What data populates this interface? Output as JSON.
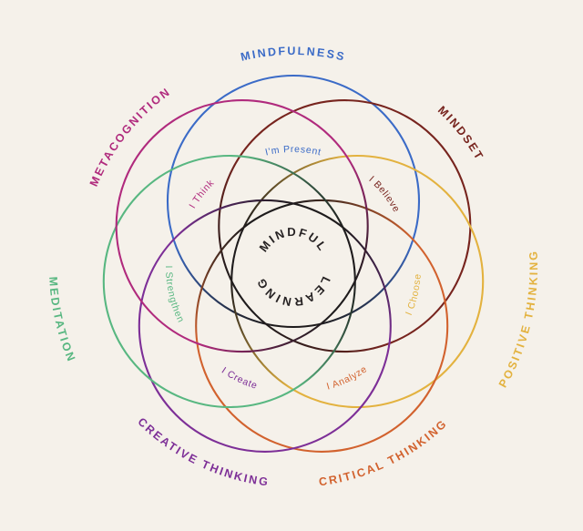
{
  "background": "#f5f1ea",
  "core_color": "#1e1b1c",
  "center": {
    "word_top": "MINDFUL",
    "word_bottom": "LEARNING",
    "color": "#262223"
  },
  "rings": [
    {
      "id": "mindfulness",
      "label": "MINDFULNESS",
      "inner_label": "I'm Present",
      "color": "#3b6bc7"
    },
    {
      "id": "mindset",
      "label": "MINDSET",
      "inner_label": "I Believe",
      "color": "#77241e"
    },
    {
      "id": "positive-thinking",
      "label": "POSITIVE THINKING",
      "inner_label": "I Choose",
      "color": "#e3b23f"
    },
    {
      "id": "critical-thinking",
      "label": "CRITICAL THINKING",
      "inner_label": "I Analyze",
      "color": "#d2622e"
    },
    {
      "id": "creative-thinking",
      "label": "CREATIVE THINKING",
      "inner_label": "I Create",
      "color": "#7d2f97"
    },
    {
      "id": "meditation",
      "label": "MEDITATION",
      "inner_label": "I Strengthen",
      "color": "#58b781"
    },
    {
      "id": "metacognition",
      "label": "METACOGNITION",
      "inner_label": "I Think",
      "color": "#b02a7d"
    }
  ]
}
